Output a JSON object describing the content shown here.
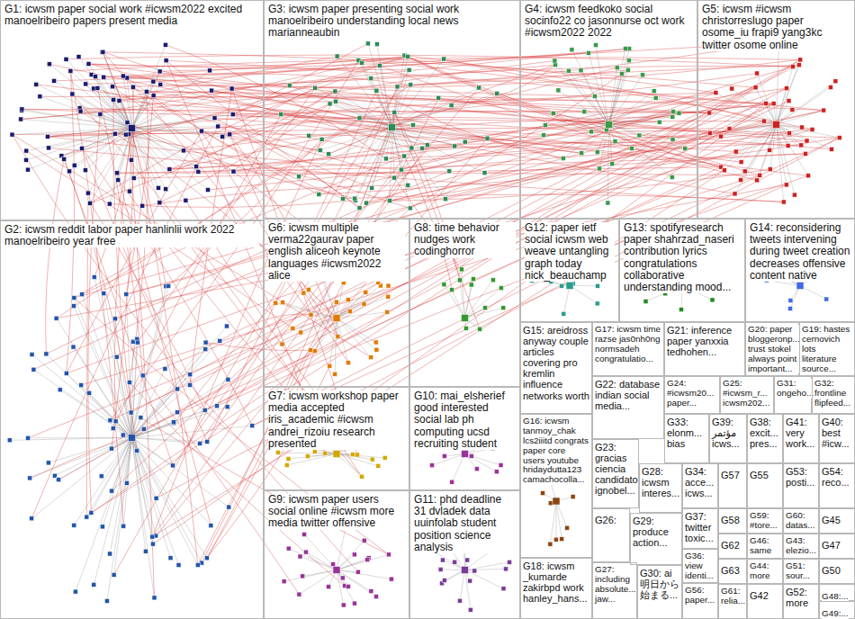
{
  "diagram": {
    "nodes": [
      {
        "text": [
          "G1: icwsm paper social work #icwsm2022 excited manoelribeiro papers present media"
        ]
      },
      {
        "text": [
          "G3: icwsm paper presenting social work manoelribeiro understanding local news marianneaubin"
        ]
      },
      {
        "text": [
          "G4: icwsm feedkoko social socinfo22 co jasonnurse oct work #icwsm2022 2022"
        ]
      },
      {
        "text": [
          "G5: icwsm #icwsm christorreslugo paper osome_iu frapi9 yang3kc twitter osome online"
        ]
      },
      {
        "text": [
          "G2: icwsm reddit labor paper hanlinlii work 2022 manoelribeiro year free"
        ]
      },
      {
        "text": [
          "G6: icwsm multiple verma22gaurav paper english aliceoh keynote languages #icwsm2022 alice"
        ]
      },
      {
        "text": [
          "G8: time behavior nudges work codinghorror"
        ]
      },
      {
        "text": [
          "G12: paper ietf social icwsm web weave untangling graph today nick_beauchamp"
        ]
      },
      {
        "text": [
          "G13: spotifyresearch paper shahrzad_naseri contribution lyrics congratulations collaborative understanding mood..."
        ]
      },
      {
        "text": [
          "G14: reconsidering tweets intervening during tweet creation decreases offensive content native"
        ]
      },
      {
        "text": [
          "G15: areidross anyway couple articles covering pro kremlin influence networks worth"
        ]
      },
      {
        "text": [
          "G17: icwsm time razse jas0nh0ng normsadeh congratulatio..."
        ]
      },
      {
        "text": [
          "G21: inference paper yanxxia tedhohen..."
        ]
      },
      {
        "text": [
          "G20: paper bloggeronp... trust stokel always point important..."
        ]
      },
      {
        "text": [
          "G19: hastes cernovich lots literature source..."
        ]
      },
      {
        "text": [
          "G22: database indian social media..."
        ]
      },
      {
        "text": [
          "G24: #icwsm20... paper..."
        ]
      },
      {
        "text": [
          "G25: #icwsm_r... icwsm202..."
        ]
      },
      {
        "text": [
          "G31: ongeho..."
        ]
      },
      {
        "text": [
          "G32: frontline flipfeed..."
        ]
      },
      {
        "text": [
          "G7: icwsm workshop paper media accepted iris_academic #icwsm andrei_rizoiu research presented"
        ]
      },
      {
        "text": [
          "G10: mai_elsherief good interested social lab ph computing ucsd recruiting student"
        ]
      },
      {
        "text": [
          "G16: icwsm tanmoy_chak lcs2iiitd congrats paper core users youtube hridaydutta123 camachocolla..."
        ]
      },
      {
        "text": [
          "G23: gracias ciencia candidato ignobel..."
        ]
      },
      {
        "text": [
          "G33: elonm... bias"
        ]
      },
      {
        "text": [
          "G39: مؤتمر icws..."
        ]
      },
      {
        "text": [
          "G38: excit... pres..."
        ]
      },
      {
        "text": [
          "G41: very work..."
        ]
      },
      {
        "text": [
          "G40: best #icw..."
        ]
      },
      {
        "text": [
          "G28: icwsm interes..."
        ]
      },
      {
        "text": [
          "G34: acce... icws..."
        ]
      },
      {
        "text": [
          "G57"
        ]
      },
      {
        "text": [
          "G55"
        ]
      },
      {
        "text": [
          "G53: posti..."
        ]
      },
      {
        "text": [
          "G54: reco..."
        ]
      },
      {
        "text": [
          "G26:"
        ]
      },
      {
        "text": [
          "G29: produce action..."
        ]
      },
      {
        "text": [
          "G37: twitter toxic..."
        ]
      },
      {
        "text": [
          "G58"
        ]
      },
      {
        "text": [
          "G59: #tore..."
        ]
      },
      {
        "text": [
          "G60: datas..."
        ]
      },
      {
        "text": [
          "G45"
        ]
      },
      {
        "text": [
          "G18: icwsm _kumarde zakirbpd work hanley_hans..."
        ]
      },
      {
        "text": [
          "G27: including absolute... jaw..."
        ]
      },
      {
        "text": [
          "G30: ai 明日から 始まる..."
        ]
      },
      {
        "text": [
          "G36: view identi..."
        ]
      },
      {
        "text": [
          "G62"
        ]
      },
      {
        "text": [
          "G46: same"
        ]
      },
      {
        "text": [
          "G43: elezio..."
        ]
      },
      {
        "text": [
          "G47"
        ]
      },
      {
        "text": [
          "G56: paper..."
        ]
      },
      {
        "text": [
          "G63"
        ]
      },
      {
        "text": [
          "G44: more"
        ]
      },
      {
        "text": [
          "G51: sour..."
        ]
      },
      {
        "text": [
          "G50"
        ]
      },
      {
        "text": [
          "G61: relia..."
        ]
      },
      {
        "text": [
          "G42"
        ]
      },
      {
        "text": [
          "G52: more"
        ]
      },
      {
        "text": [
          "G48:..."
        ]
      },
      {
        "text": [
          "G49:..."
        ]
      },
      {
        "text": [
          "G9: icwsm paper users social online #icwsm more media twitter offensive"
        ]
      },
      {
        "text": [
          "G11: phd deadline 31 dvladek data uuinfolab student position science analysis"
        ]
      }
    ]
  }
}
